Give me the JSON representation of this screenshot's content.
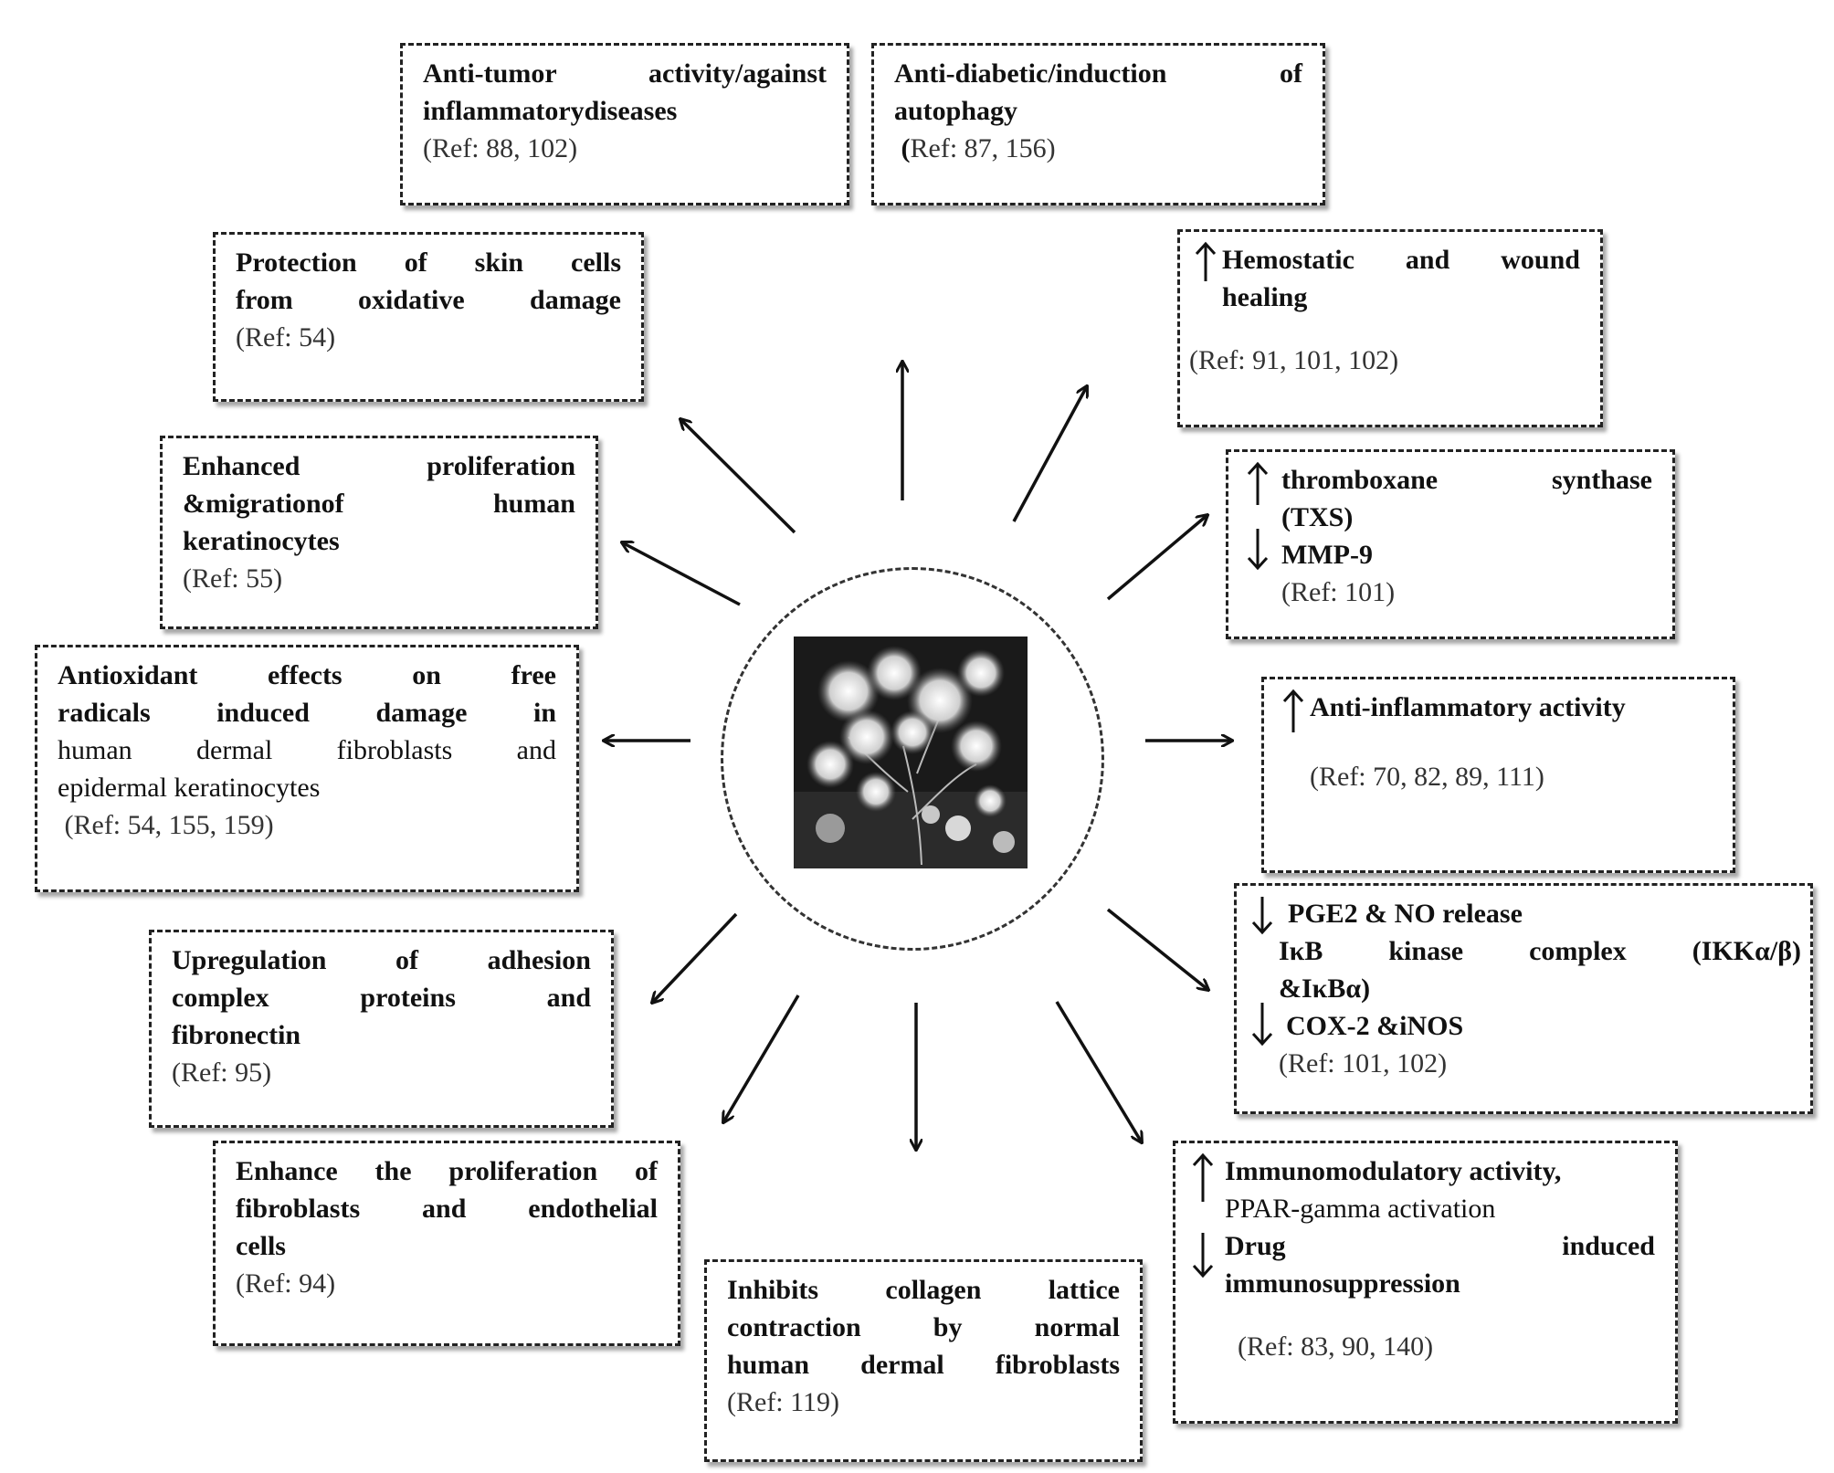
{
  "boxes": {
    "anti_tumor": {
      "title1": "Anti-tumor activity/against",
      "title2": "inflammatorydiseases",
      "ref": "(Ref:  88, 102)"
    },
    "anti_diabetic": {
      "title1": "Anti-diabetic/induction    of",
      "title2": "autophagy",
      "ref_bold": "(",
      "ref": "Ref: 87, 156)"
    },
    "skin_protection": {
      "title1": "Protection of skin cells",
      "title2": "from oxidative damage",
      "ref": "(Ref: 54)"
    },
    "hemostatic": {
      "title1": "Hemostatic   and   wound",
      "title2": "healing",
      "ref": "(Ref: 91, 101, 102)"
    },
    "keratinocytes": {
      "title1": "Enhanced      proliferation",
      "title2": "&migrationof        human",
      "title3": "keratinocytes",
      "ref": "(Ref: 55)"
    },
    "thromboxane": {
      "title1": "thromboxane      synthase",
      "title2": "(TXS)",
      "title3": "MMP-9",
      "ref": "(Ref: 101)"
    },
    "antioxidant": {
      "title1": "Antioxidant   effects   on   free",
      "title2": "radicals   induced   damage   in",
      "line3": "human   dermal   fibroblasts   and",
      "line4": "epidermal keratinocytes",
      "ref": " (Ref: 54, 155, 159)"
    },
    "anti_inflammatory": {
      "title1": "Anti-inflammatory activity",
      "ref": "(Ref: 70,  82, 89, 111)"
    },
    "adhesion": {
      "title1": "Upregulation   of   adhesion",
      "title2": "complex      proteins      and",
      "title3": "fibronectin",
      "ref": "(Ref: 95)"
    },
    "pge2": {
      "title1": "PGE2 & NO release",
      "title2": "IκB   kinase   complex   (IKKα/β)",
      "title3": "&IκBα)",
      "title4": "COX-2 &iNOS",
      "ref": "(Ref: 101, 102)"
    },
    "fibroblasts": {
      "title1": "Enhance the proliferation of",
      "title2": "fibroblasts   and   endothelial",
      "title3": "cells",
      "ref": "(Ref: 94)"
    },
    "collagen": {
      "title1": "Inhibits   collagen   lattice",
      "title2": "contraction   by   normal",
      "title3": "human dermal fibroblasts",
      "ref": "(Ref: 119)"
    },
    "immunomodulatory": {
      "title1": "Immunomodulatory activity,",
      "line2": "PPAR-gamma activation",
      "title3": "Drug                  induced",
      "title4": "immunosuppression",
      "ref": "(Ref: 83, 90, 140)"
    }
  },
  "colors": {
    "line": "#222222",
    "background": "#ffffff"
  }
}
